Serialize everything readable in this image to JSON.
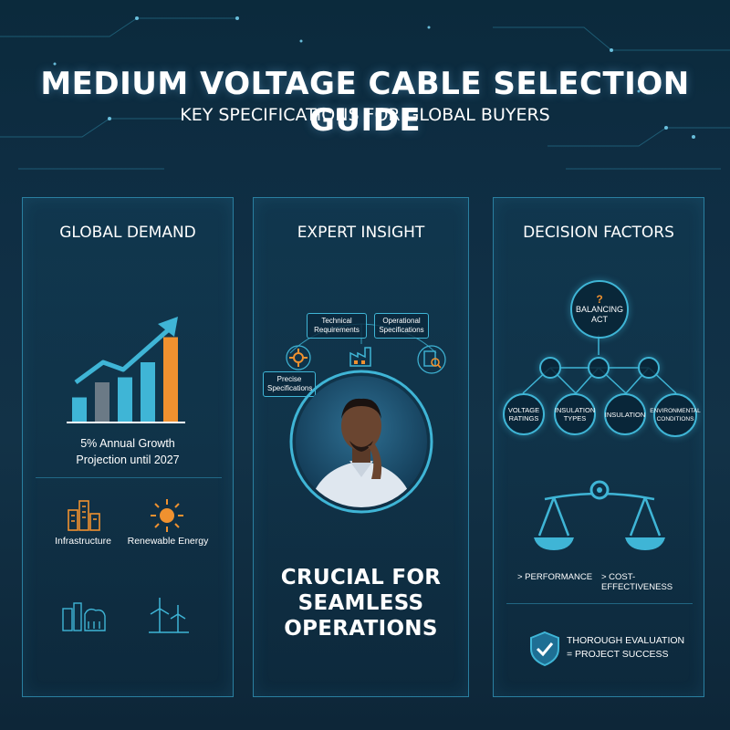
{
  "header": {
    "title": "MEDIUM VOLTAGE CABLE SELECTION GUIDE",
    "subtitle": "KEY SPECIFICATIONS FOR GLOBAL BUYERS"
  },
  "colors": {
    "accent_cyan": "#3fb5d6",
    "accent_orange": "#f0912f",
    "panel_border": "#2a7fa0",
    "background": "#0f2e44"
  },
  "panels": {
    "global_demand": {
      "title": "GLOBAL DEMAND",
      "growth_line1": "5% Annual Growth",
      "growth_line2": "Projection until 2027",
      "sectors": [
        {
          "label": "Infrastructure",
          "icon": "buildings-icon"
        },
        {
          "label": "Renewable Energy",
          "icon": "sun-icon"
        },
        {
          "label": "",
          "icon": "city-icon"
        },
        {
          "label": "",
          "icon": "wind-turbine-icon"
        }
      ],
      "bar_chart": {
        "bars": [
          {
            "color": "#3fb5d6",
            "level": 0.25
          },
          {
            "color": "#6b7a86",
            "level": 0.4
          },
          {
            "color": "#3fb5d6",
            "level": 0.45
          },
          {
            "color": "#3fb5d6",
            "level": 0.6
          },
          {
            "color": "#f0912f",
            "level": 0.85
          }
        ]
      }
    },
    "expert_insight": {
      "title": "EXPERT INSIGHT",
      "callouts": [
        {
          "text": "Technical Requirements",
          "icon": "technical-icon"
        },
        {
          "text": "Operational Specifications",
          "icon": "factory-icon"
        },
        {
          "text": "Precise Specifications",
          "icon": "gear-icon"
        },
        {
          "text": "",
          "icon": "clipboard-search-icon"
        }
      ],
      "headline_line1": "CRUCIAL FOR",
      "headline_line2": "SEAMLESS",
      "headline_line3": "OPERATIONS"
    },
    "decision_factors": {
      "title": "DECISION FACTORS",
      "top_node_mark": "?",
      "top_node_line1": "BALANCING",
      "top_node_line2": "ACT",
      "factors": [
        {
          "line1": "VOLTAGE",
          "line2": "RATINGS"
        },
        {
          "line1": "INSULATION",
          "line2": "TYPES"
        },
        {
          "line1": "INSULATION",
          "line2": ""
        },
        {
          "line1": "ENVIRONMENTAL",
          "line2": "CONDITIONS"
        }
      ],
      "scale_left": "> PERFORMANCE",
      "scale_right": "> COST-EFFECTIVENESS",
      "conclusion_line1": "THOROUGH EVALUATION",
      "conclusion_line2": "= PROJECT SUCCESS"
    }
  }
}
